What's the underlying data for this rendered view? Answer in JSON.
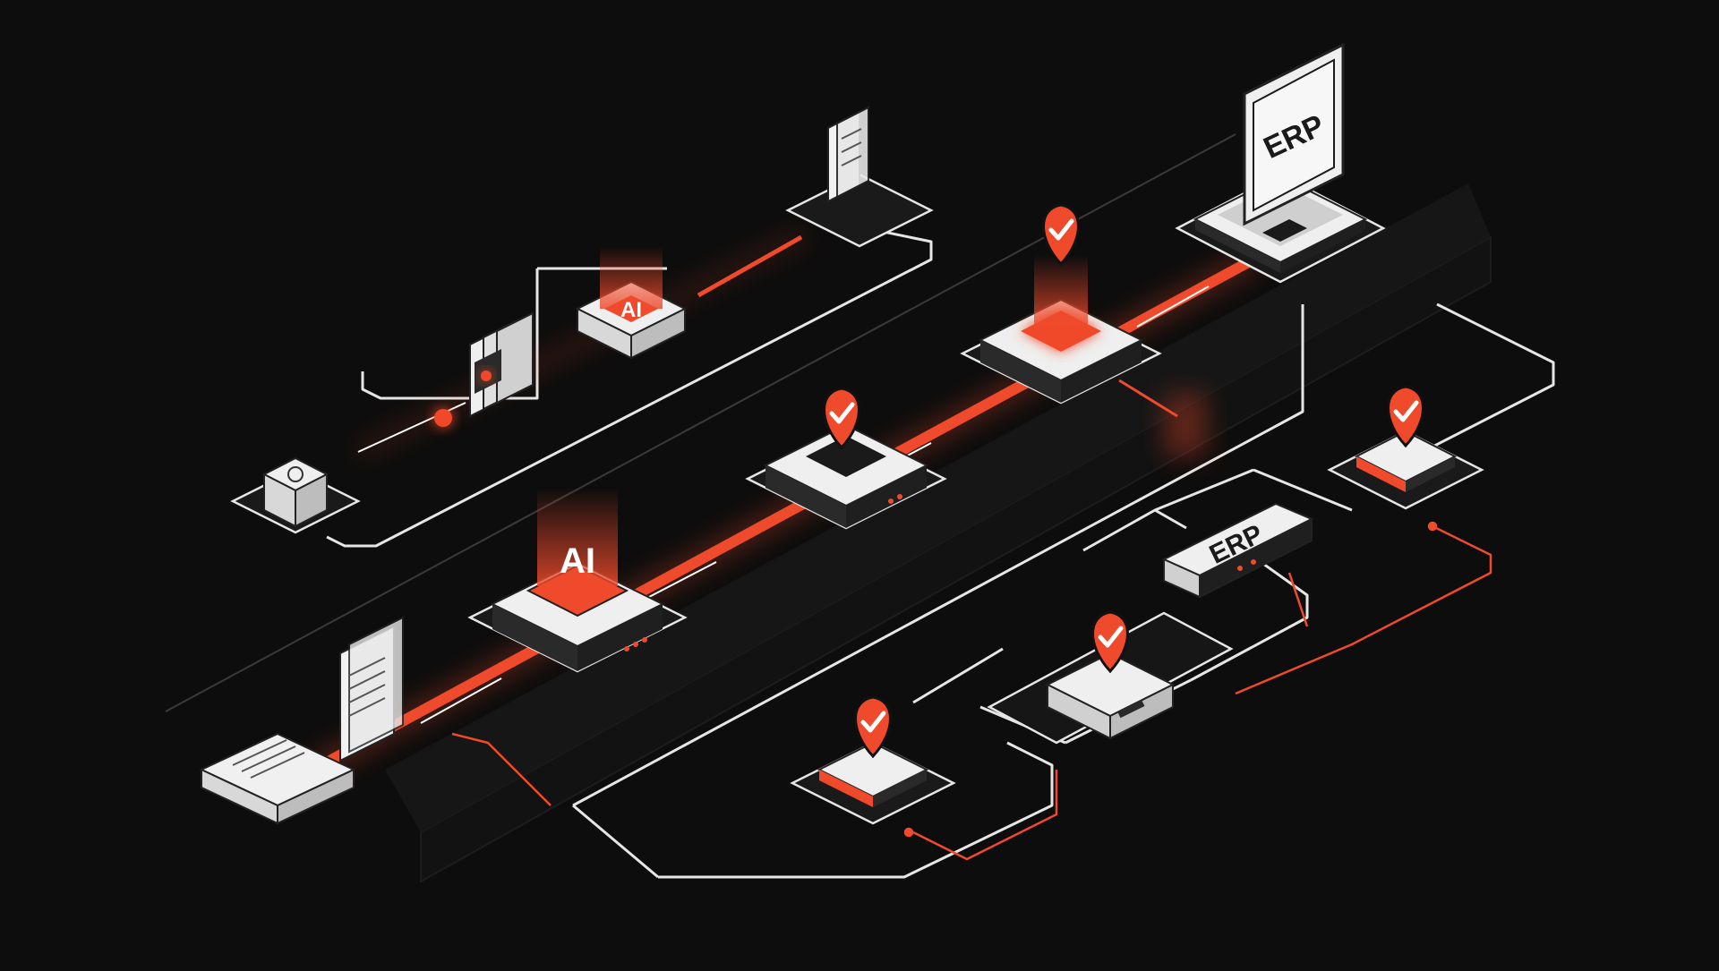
{
  "labels": {
    "ai_top": "AI",
    "ai_main": "AI",
    "erp_laptop": "ERP",
    "erp_box": "ERP"
  },
  "colors": {
    "background": "#0d0d0d",
    "accent": "#ef4a2c",
    "accent_glow": "#ff5a3a",
    "line": "#e6e6e6",
    "device_top": "#efefef",
    "device_side": "#2a2a2a",
    "platform": "#161616"
  },
  "icons": {
    "check": "checkmark-pin-icon",
    "document": "document-stack-icon",
    "ai_chip": "ai-chip-icon",
    "laptop": "laptop-icon",
    "cube": "refresh-cube-icon",
    "scanner": "scanner-icon"
  }
}
